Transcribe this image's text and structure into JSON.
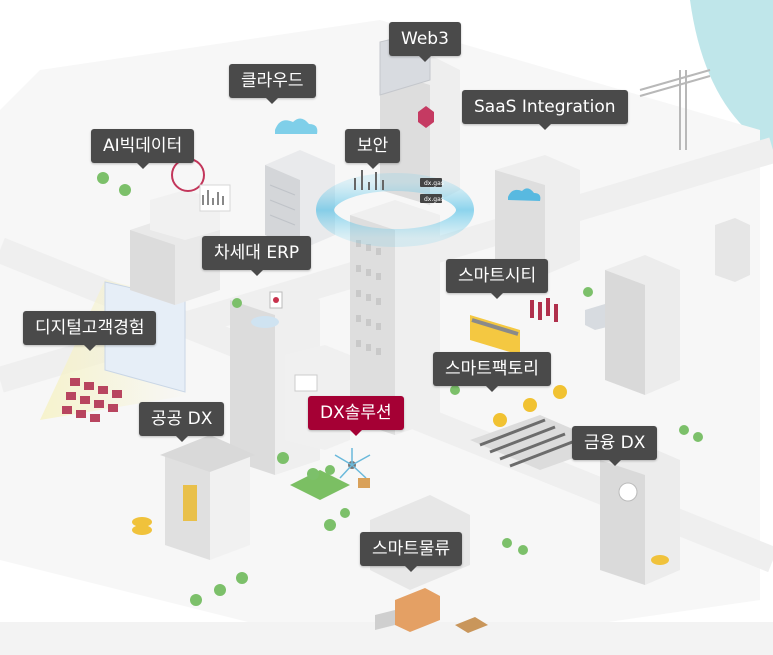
{
  "colors": {
    "label_bg": "#4a4a4a",
    "label_active_bg": "#a50034",
    "label_text": "#ffffff",
    "accent_teal": "#7dd3e0"
  },
  "labels": {
    "web3": "Web3",
    "cloud": "클라우드",
    "saas": "SaaS Integration",
    "ai_bigdata": "AI빅데이터",
    "security": "보안",
    "erp": "차세대 ERP",
    "smart_city": "스마트시티",
    "digital_cx": "디지털고객경험",
    "smart_factory": "스마트팩토리",
    "public_dx": "공공 DX",
    "dx_solution": "DX솔루션",
    "finance_dx": "금융 DX",
    "smart_logistics": "스마트물류"
  },
  "building_signs": {
    "dx_gas_1": "dx.gas",
    "dx_gas_2": "dx.gas"
  }
}
